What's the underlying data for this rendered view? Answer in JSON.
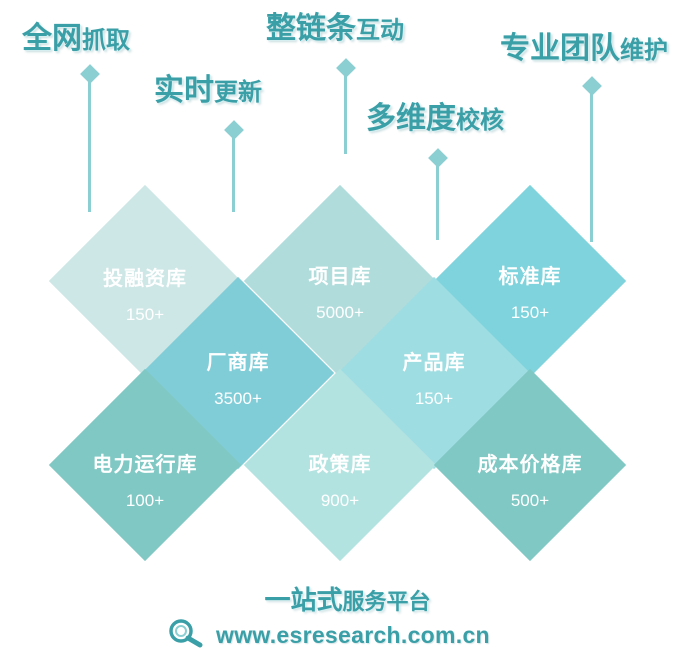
{
  "features": [
    {
      "big": "全网",
      "small": "抓取"
    },
    {
      "big": "实时",
      "small": "更新"
    },
    {
      "big": "整链条",
      "small": "互动"
    },
    {
      "big": "多维度",
      "small": "校核"
    },
    {
      "big": "专业团队",
      "small": "维护"
    }
  ],
  "tiles": [
    {
      "name": "投融资库",
      "count": "150+",
      "color": "#cde6e6"
    },
    {
      "name": "项目库",
      "count": "5000+",
      "color": "#b1dcdc"
    },
    {
      "name": "标准库",
      "count": "150+",
      "color": "#7ed3dc"
    },
    {
      "name": "厂商库",
      "count": "3500+",
      "color": "#80cdd8"
    },
    {
      "name": "产品库",
      "count": "150+",
      "color": "#9edde2"
    },
    {
      "name": "电力运行库",
      "count": "100+",
      "color": "#80c8c4"
    },
    {
      "name": "政策库",
      "count": "900+",
      "color": "#b3e3e0"
    },
    {
      "name": "成本价格库",
      "count": "500+",
      "color": "#80c8c4"
    }
  ],
  "footer": {
    "slogan_big": "一站式",
    "slogan_small": "服务平台",
    "url": "www.esresearch.com.cn"
  },
  "colors": {
    "accent": "#3a9fa7",
    "pin": "#8ccfd3"
  }
}
